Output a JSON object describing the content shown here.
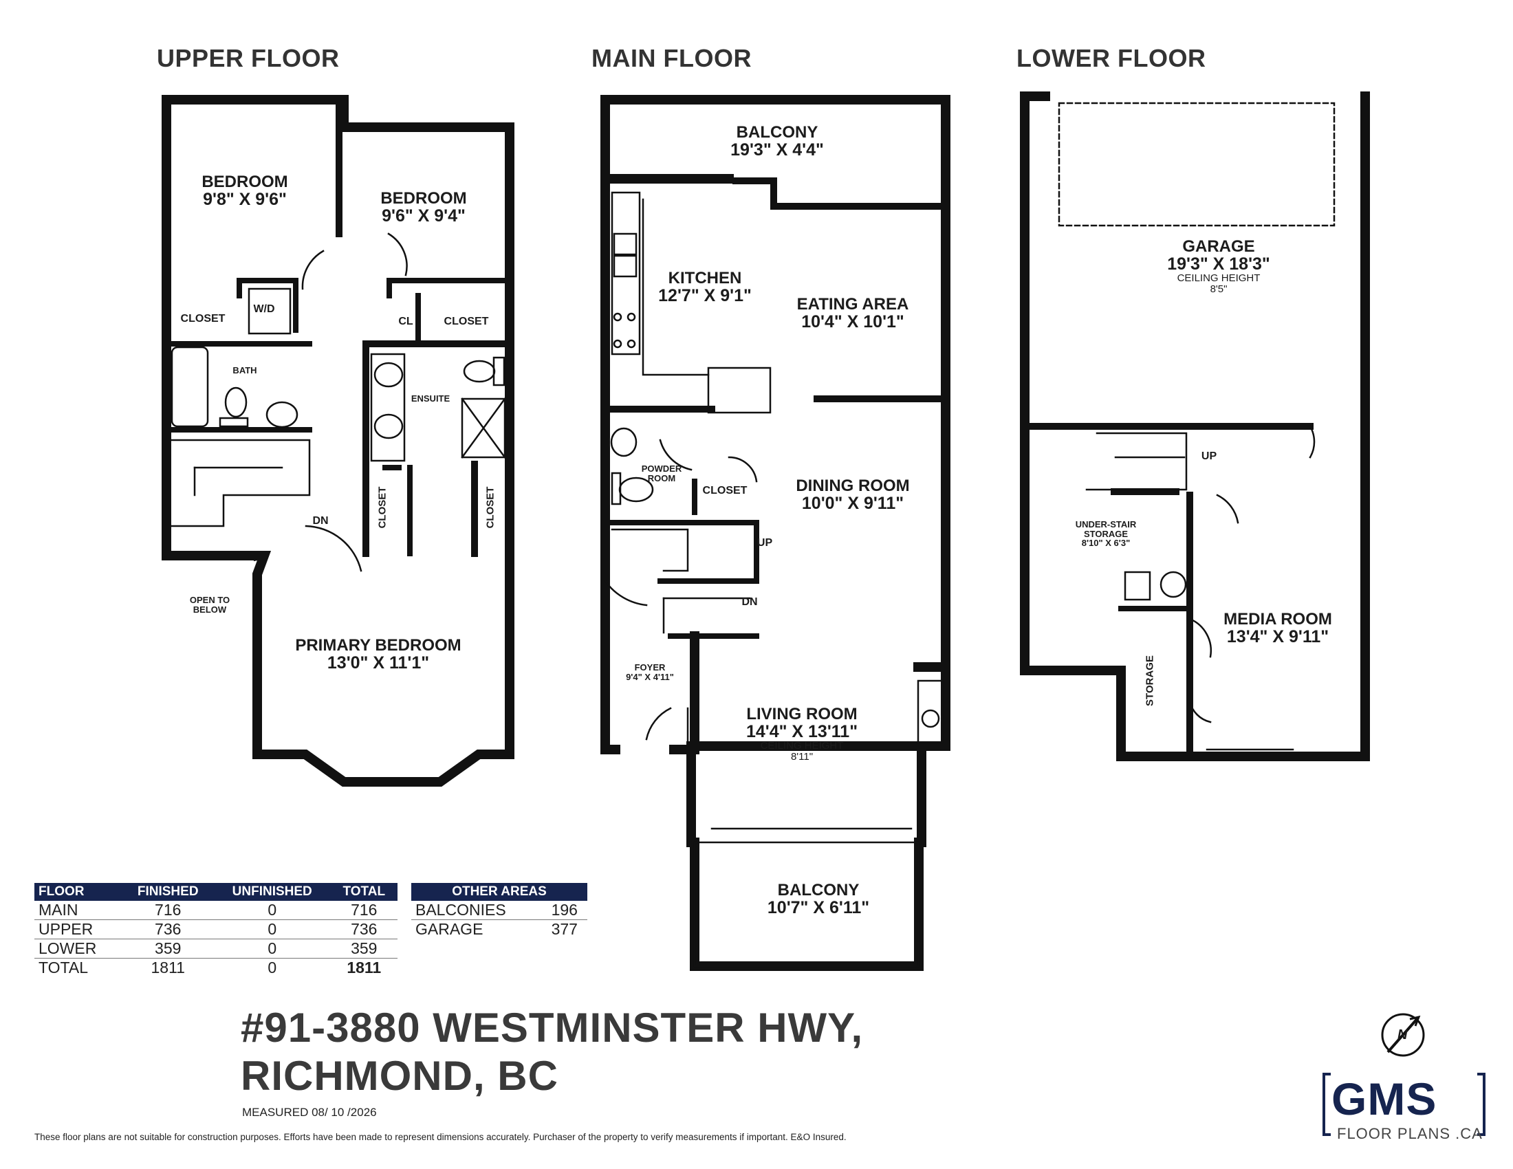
{
  "floors": {
    "upper": "UPPER FLOOR",
    "main": "MAIN FLOOR",
    "lower": "LOWER FLOOR"
  },
  "upper_rooms": {
    "bedroom1": {
      "name": "BEDROOM",
      "dims": "9'8\" X 9'6\""
    },
    "bedroom2": {
      "name": "BEDROOM",
      "dims": "9'6\" X 9'4\""
    },
    "closet1": "CLOSET",
    "wd": "W/D",
    "cl": "CL",
    "closet2": "CLOSET",
    "bath": "BATH",
    "ensuite": "ENSUITE",
    "closet3": "CLOSET",
    "closet4": "CLOSET",
    "dn": "DN",
    "open_to_below": "OPEN TO BELOW",
    "primary": {
      "name": "PRIMARY BEDROOM",
      "dims": "13'0\" X 11'1\""
    }
  },
  "main_rooms": {
    "balcony_top": {
      "name": "BALCONY",
      "dims": "19'3\" X 4'4\""
    },
    "kitchen": {
      "name": "KITCHEN",
      "dims": "12'7\" X 9'1\""
    },
    "eating": {
      "name": "EATING AREA",
      "dims": "10'4\" X 10'1\""
    },
    "powder": "POWDER ROOM",
    "closet": "CLOSET",
    "dining": {
      "name": "DINING ROOM",
      "dims": "10'0\" X 9'11\""
    },
    "up": "UP",
    "dn": "DN",
    "foyer": {
      "name": "FOYER",
      "dims": "9'4\" X 4'11\""
    },
    "living": {
      "name": "LIVING ROOM",
      "dims": "14'4\" X 13'11\"",
      "ceiling_label": "CEILING HEIGHT",
      "ceiling": "8'11\""
    },
    "balcony_bottom": {
      "name": "BALCONY",
      "dims": "10'7\" X 6'11\""
    }
  },
  "lower_rooms": {
    "garage": {
      "name": "GARAGE",
      "dims": "19'3\" X 18'3\"",
      "ceiling_label": "CEILING HEIGHT",
      "ceiling": "8'5\""
    },
    "up": "UP",
    "under_stair": {
      "name": "UNDER-STAIR STORAGE",
      "dims": "8'10\" X 6'3\""
    },
    "media": {
      "name": "MEDIA ROOM",
      "dims": "13'4\" X 9'11\""
    },
    "storage": "STORAGE"
  },
  "area_table": {
    "headers": [
      "FLOOR",
      "FINISHED",
      "UNFINISHED",
      "TOTAL"
    ],
    "rows": [
      [
        "MAIN",
        "716",
        "0",
        "716"
      ],
      [
        "UPPER",
        "736",
        "0",
        "736"
      ],
      [
        "LOWER",
        "359",
        "0",
        "359"
      ],
      [
        "TOTAL",
        "1811",
        "0",
        "1811"
      ]
    ]
  },
  "other_areas": {
    "header": "OTHER AREAS",
    "rows": [
      [
        "BALCONIES",
        "196"
      ],
      [
        "GARAGE",
        "377"
      ]
    ]
  },
  "address": {
    "line1": "#91-3880 WESTMINSTER HWY,",
    "line2": "RICHMOND, BC"
  },
  "measured": "MEASURED   08/ 10 /2026",
  "disclaimer": "These floor plans are not suitable for construction purposes. Efforts have been made to represent dimensions accurately.  Purchaser of the property to verify measurements if important.  E&O Insured.",
  "logo": {
    "main": "GMS",
    "sub": "FLOOR PLANS .CA",
    "compass_letter": "N"
  },
  "colors": {
    "wall": "#111111",
    "table_header": "#16244f",
    "logo": "#16244f"
  }
}
